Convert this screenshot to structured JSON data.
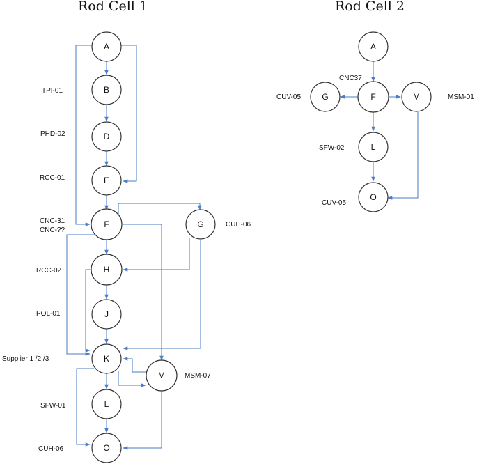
{
  "cell1": {
    "title": "Rod Cell 1",
    "nodes": {
      "A": "A",
      "B": "B",
      "D": "D",
      "E": "E",
      "F": "F",
      "G": "G",
      "H": "H",
      "J": "J",
      "K": "K",
      "L": "L",
      "M": "M",
      "O": "O"
    },
    "labels": {
      "tpi01": "TPI-01",
      "phd02": "PHD-02",
      "rcc01": "RCC-01",
      "cnc31": "CNC-31",
      "cncqq": "CNC-??",
      "cuh06_g": "CUH-06",
      "rcc02": "RCC-02",
      "pol01": "POL-01",
      "supplier": "Supplier 1 /2 /3",
      "msm07": "MSM-07",
      "sfw01": "SFW-01",
      "cuh06_o": "CUH-06"
    }
  },
  "cell2": {
    "title": "Rod Cell 2",
    "nodes": {
      "A": "A",
      "F": "F",
      "G": "G",
      "M": "M",
      "L": "L",
      "O": "O"
    },
    "labels": {
      "cnc37": "CNC37",
      "cuv05_g": "CUV-05",
      "msm01": "MSM-01",
      "sfw02": "SFW-02",
      "cuv05_o": "CUV-05"
    }
  },
  "colors": {
    "edge": "#4a7cc7",
    "node_stroke": "#333333"
  }
}
